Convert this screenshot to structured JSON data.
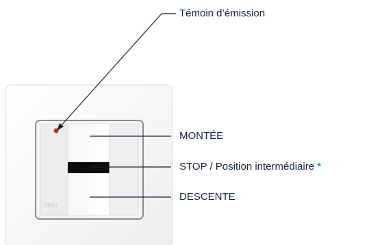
{
  "labels": {
    "emission_led": "Témoin d’émission",
    "up": "MONTÉE",
    "stop": "STOP / Position intermédiaire",
    "stop_asterisk": "*",
    "down": "DESCENTE"
  },
  "device": {
    "brand_mark": "SIMU"
  },
  "colors": {
    "text": "#12233f",
    "asterisk": "#1aa6c8",
    "led": "#c62828",
    "stop_bar": "#0b0b0b",
    "leader_line": "#12233f"
  }
}
